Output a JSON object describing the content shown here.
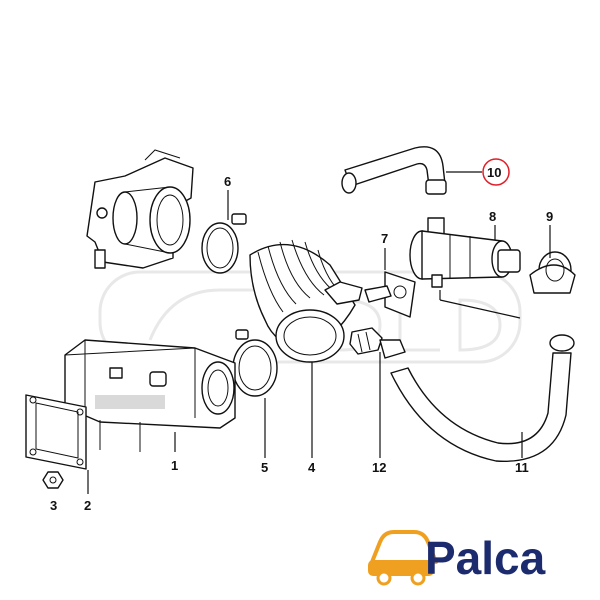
{
  "diagram": {
    "callouts": [
      {
        "id": "1",
        "label": "1"
      },
      {
        "id": "2",
        "label": "2"
      },
      {
        "id": "3",
        "label": "3"
      },
      {
        "id": "4",
        "label": "4"
      },
      {
        "id": "5",
        "label": "5"
      },
      {
        "id": "6",
        "label": "6"
      },
      {
        "id": "7",
        "label": "7"
      },
      {
        "id": "8",
        "label": "8"
      },
      {
        "id": "9",
        "label": "9"
      },
      {
        "id": "10",
        "label": "10",
        "highlighted": true
      },
      {
        "id": "11",
        "label": "11"
      },
      {
        "id": "12",
        "label": "12"
      }
    ],
    "highlight_color": "#e0202a"
  },
  "brand": {
    "name": "Palca",
    "text_color": "#1c2b6e",
    "icon_color": "#f0a020",
    "icon": "car-icon"
  }
}
